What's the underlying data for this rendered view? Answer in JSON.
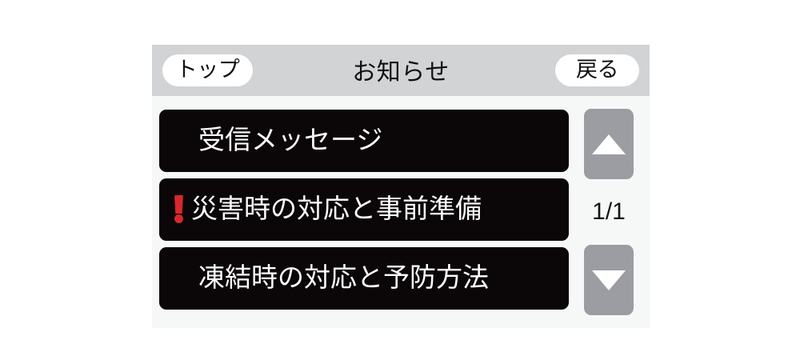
{
  "header": {
    "title": "お知らせ",
    "left_button_label": "トップ",
    "right_button_label": "戻る"
  },
  "notice_list": {
    "items": [
      {
        "label": "受信メッセージ",
        "alert": false,
        "alert_icon": ""
      },
      {
        "label": "災害時の対応と事前準備",
        "alert": true,
        "alert_icon": "exclamation-mark-icon"
      },
      {
        "label": "凍結時の対応と予防方法",
        "alert": false,
        "alert_icon": ""
      }
    ]
  },
  "pager": {
    "up_icon": "triangle-up-icon",
    "down_icon": "triangle-down-icon",
    "page_indicator": "1/1",
    "current_page": 1,
    "total_pages": 1
  },
  "colors": {
    "header_bar": "#d2d3d5",
    "panel_background": "#f6f7f7",
    "item_background": "#0b0708",
    "item_text": "#ffffff",
    "alert_red": "#d8272c",
    "pager_button": "#9b9da2",
    "pill_button": "#ffffff",
    "text_dark": "#111111"
  }
}
